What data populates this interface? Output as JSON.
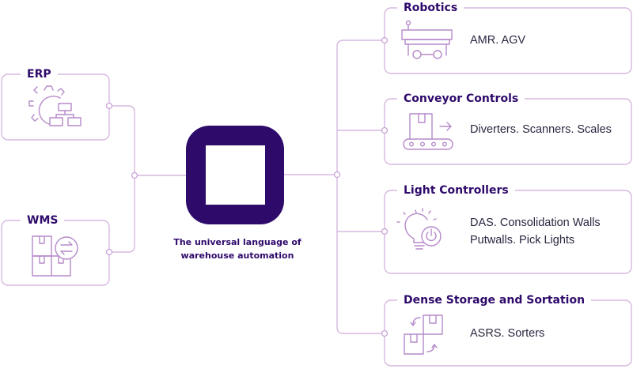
{
  "colors": {
    "brand": "#2e0a6b",
    "line": "#d6b8e0",
    "icon": "#b58ac9",
    "text": "#2c2640"
  },
  "center": {
    "logo_icon": "square-ring-logo",
    "caption_line1": "The universal language of",
    "caption_line2": "warehouse automation"
  },
  "left": [
    {
      "title": "ERP",
      "icon": "gear-org-chart-icon"
    },
    {
      "title": "WMS",
      "icon": "boxes-exchange-icon"
    }
  ],
  "right": [
    {
      "title": "Robotics",
      "icon": "robot-cart-icon",
      "lines": [
        "AMR. AGV"
      ]
    },
    {
      "title": "Conveyor Controls",
      "icon": "conveyor-box-icon",
      "lines": [
        "Diverters. Scanners. Scales"
      ]
    },
    {
      "title": "Light Controllers",
      "icon": "lightbulb-power-icon",
      "lines": [
        "DAS. Consolidation Walls",
        "Putwalls. Pick Lights"
      ]
    },
    {
      "title": "Dense Storage and Sortation",
      "icon": "boxes-sort-icon",
      "lines": [
        "ASRS. Sorters"
      ]
    }
  ]
}
